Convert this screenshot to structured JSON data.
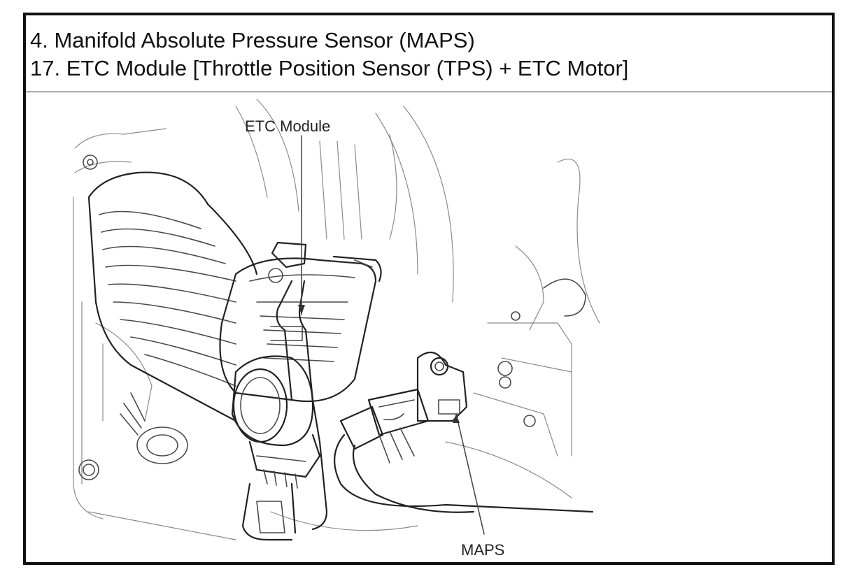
{
  "caption": {
    "line1": "4. Manifold Absolute Pressure Sensor (MAPS)",
    "line2": "17. ETC Module [Throttle Position Sensor (TPS) + ETC Motor]"
  },
  "diagram": {
    "callouts": {
      "etc_module": "ETC Module",
      "maps": "MAPS"
    }
  }
}
